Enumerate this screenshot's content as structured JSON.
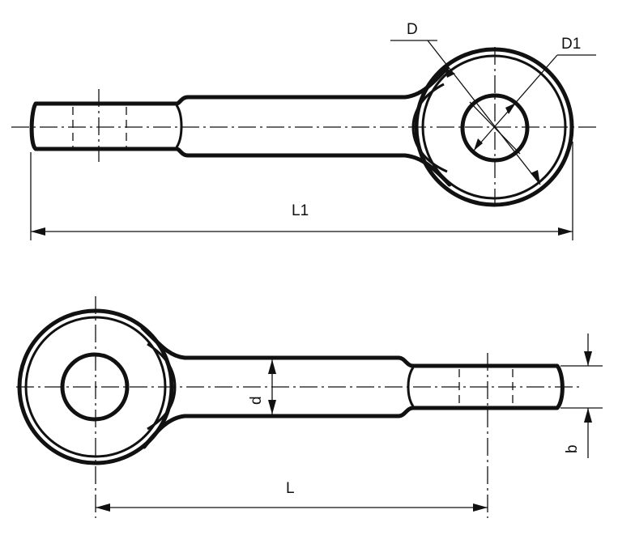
{
  "labels": {
    "D": "D",
    "D1": "D1",
    "L1": "L1",
    "d": "d",
    "L": "L",
    "b": "b"
  }
}
